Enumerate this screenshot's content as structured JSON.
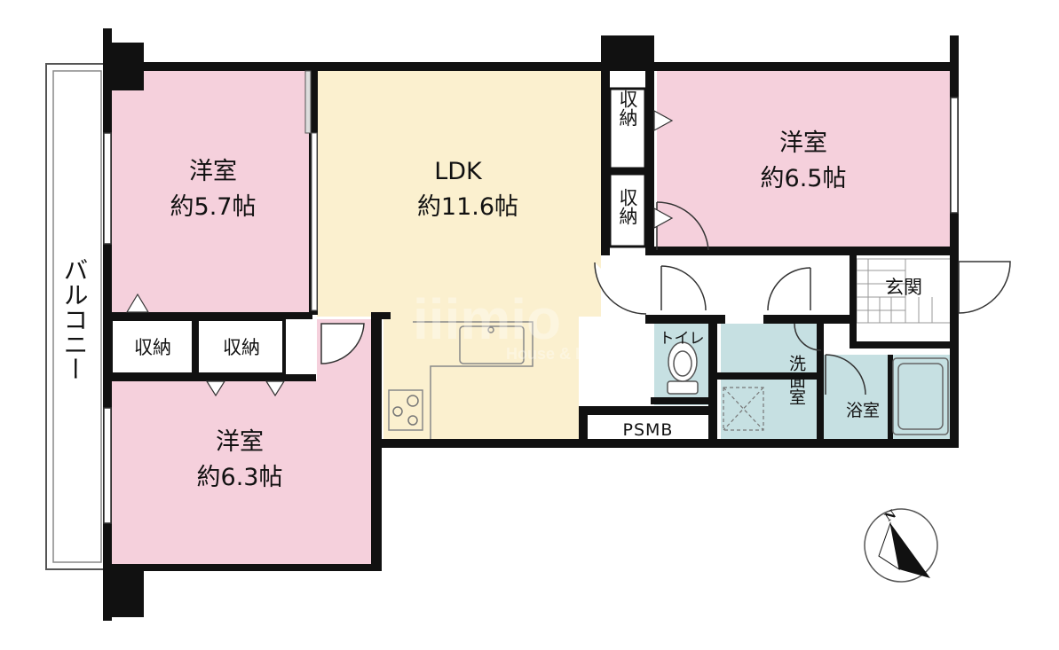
{
  "rooms": {
    "western_nw": {
      "name": "洋室",
      "size": "約5.7帖"
    },
    "ldk": {
      "name": "LDK",
      "size": "約11.6帖"
    },
    "western_ne": {
      "name": "洋室",
      "size": "約6.5帖"
    },
    "western_sw": {
      "name": "洋室",
      "size": "約6.3帖"
    },
    "storage_1": "収納",
    "storage_2": "収納",
    "storage_3": "収納",
    "storage_4": "収納",
    "balcony": "バルコニー",
    "entrance": "玄関",
    "toilet": "トイレ",
    "washroom": "洗面室",
    "bathroom": "浴室",
    "psmb": "PSMB"
  },
  "watermark": {
    "brand": "iiimio",
    "tagline": "House & Life"
  },
  "compass": {
    "north": "N"
  },
  "colors": {
    "bedroom": "#f5d0dc",
    "ldk": "#fbf0cf",
    "wet_area": "#c6e0e2",
    "wall": "#111111"
  }
}
